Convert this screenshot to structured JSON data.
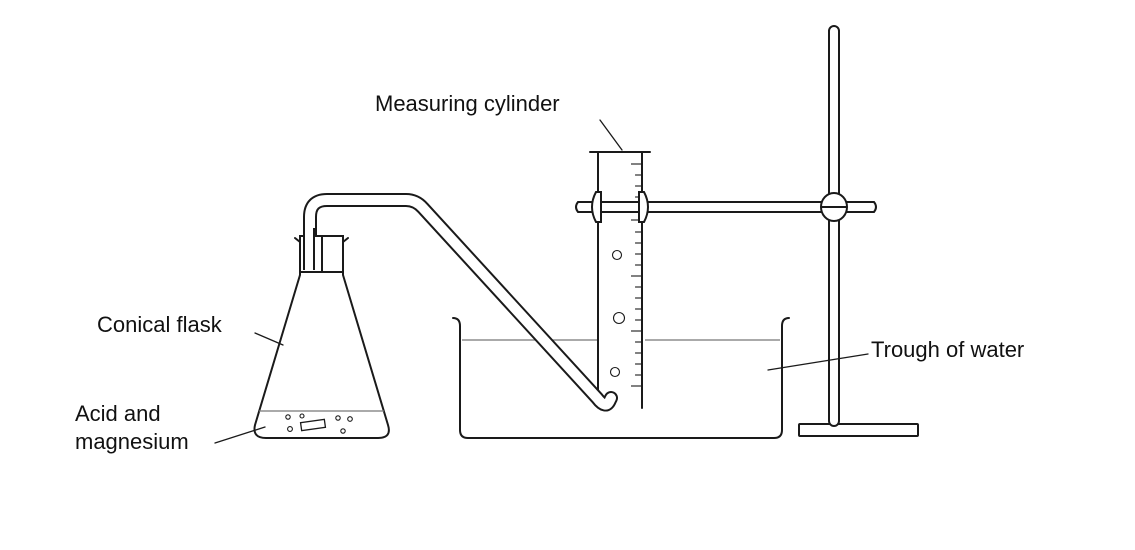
{
  "labels": {
    "measuring_cylinder": "Measuring cylinder",
    "conical_flask": "Conical flask",
    "trough_of_water": "Trough of water",
    "acid_line1": "Acid and",
    "acid_line2": "magnesium"
  },
  "colors": {
    "line": "#1a1a1a",
    "water_line": "#777777",
    "background": "#ffffff"
  }
}
